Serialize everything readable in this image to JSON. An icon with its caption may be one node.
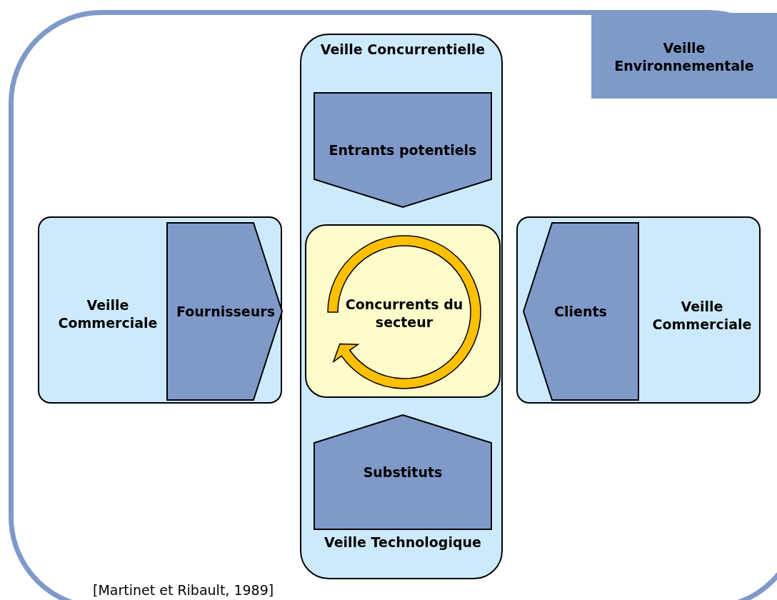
{
  "diagram": {
    "caption": "[Martinet et Ribault, 1989]",
    "nodes": [
      {
        "text": [
          "Veille Environnementale"
        ]
      },
      {
        "text": [
          "Veille Concurrentielle",
          "Veille Technologique"
        ],
        "in": 0
      },
      {
        "text": [
          "Entrants potentiels"
        ],
        "in": 1
      },
      {
        "text": [
          "Concurrents du secteur"
        ],
        "in": 1
      },
      {
        "text": [
          "Substituts"
        ],
        "in": 1
      },
      {
        "text": [
          "Veille Commerciale"
        ],
        "in": 0
      },
      {
        "text": [
          "Fournisseurs"
        ],
        "in": 5
      },
      {
        "text": [
          "Veille Commerciale"
        ],
        "in": 0
      },
      {
        "text": [
          "Clients"
        ],
        "in": 7
      }
    ],
    "edges": []
  }
}
